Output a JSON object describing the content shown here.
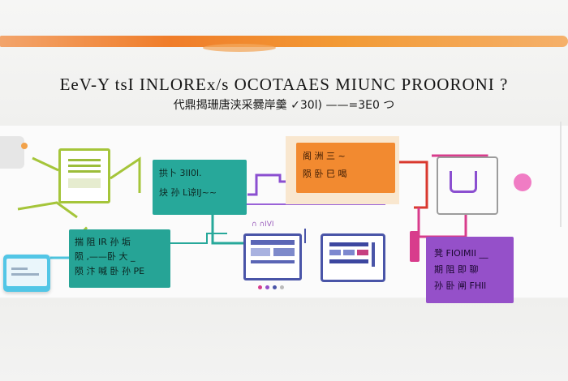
{
  "title": "EeV-Y tsI INLOREx/s OCOTAAES MIUNC PROORONI ?",
  "subtitle": "代鼎揭珊唐浃采爨岸羹 ✓30l) ——=3E0 つ",
  "nodes": {
    "teal_left": {
      "line1": "拱卜 3II0l.",
      "line2": "炔 孙 L谅IJ~~"
    },
    "teal_bottom": {
      "line1": "揣 阻 IR 孙 垢",
      "line2": "陨 ,——卧 大 _",
      "line3": "陨 汴 喊 卧 孙 PE"
    },
    "orange": {
      "line1": "阁 洲 三 ~",
      "line2": "陨 卧 巳 喝"
    },
    "purple": {
      "line1": "凳 FIOIMII __",
      "line2": "期 阻 即 聊",
      "line3": "孙 卧 闸 FHll"
    },
    "small_label": "∩ ∩IVI"
  },
  "colors": {
    "accent_orange": "#f28a30",
    "teal": "#27a89a",
    "lime": "#a5c53a",
    "purple": "#9550c9",
    "magenta": "#d83c8c",
    "indigo": "#4a55a8"
  }
}
